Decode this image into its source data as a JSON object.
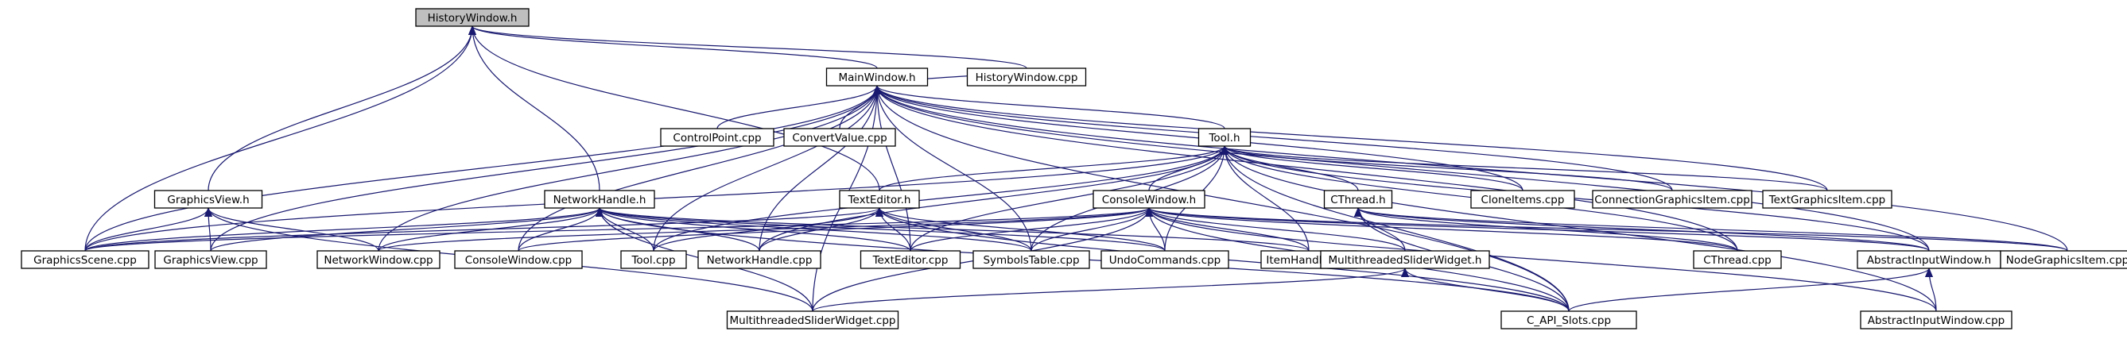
{
  "graph": {
    "type": "dependency-graph",
    "colors": {
      "edge": "#191970",
      "root_fill": "#bfbfbf",
      "node_fill": "#ffffff",
      "node_border": "#000000"
    },
    "nodes": [
      {
        "id": "HistoryWindow_h",
        "label": "HistoryWindow.h",
        "root": true
      },
      {
        "id": "MainWindow_h",
        "label": "MainWindow.h"
      },
      {
        "id": "HistoryWindow_cpp",
        "label": "HistoryWindow.cpp"
      },
      {
        "id": "ControlPoint_cpp",
        "label": "ControlPoint.cpp"
      },
      {
        "id": "ConvertValue_cpp",
        "label": "ConvertValue.cpp"
      },
      {
        "id": "Tool_h",
        "label": "Tool.h"
      },
      {
        "id": "GraphicsView_h",
        "label": "GraphicsView.h"
      },
      {
        "id": "NetworkHandle_h",
        "label": "NetworkHandle.h"
      },
      {
        "id": "TextEditor_h",
        "label": "TextEditor.h"
      },
      {
        "id": "ConsoleWindow_h",
        "label": "ConsoleWindow.h"
      },
      {
        "id": "CThread_h",
        "label": "CThread.h"
      },
      {
        "id": "CloneItems_cpp",
        "label": "CloneItems.cpp"
      },
      {
        "id": "ConnectionGraphicsItem_cpp",
        "label": "ConnectionGraphicsItem.cpp"
      },
      {
        "id": "TextGraphicsItem_cpp",
        "label": "TextGraphicsItem.cpp"
      },
      {
        "id": "GraphicsScene_cpp",
        "label": "GraphicsScene.cpp"
      },
      {
        "id": "GraphicsView_cpp",
        "label": "GraphicsView.cpp"
      },
      {
        "id": "NetworkWindow_cpp",
        "label": "NetworkWindow.cpp"
      },
      {
        "id": "ConsoleWindow_cpp",
        "label": "ConsoleWindow.cpp"
      },
      {
        "id": "Tool_cpp",
        "label": "Tool.cpp"
      },
      {
        "id": "NetworkHandle_cpp",
        "label": "NetworkHandle.cpp"
      },
      {
        "id": "TextEditor_cpp",
        "label": "TextEditor.cpp"
      },
      {
        "id": "SymbolsTable_cpp",
        "label": "SymbolsTable.cpp"
      },
      {
        "id": "UndoCommands_cpp",
        "label": "UndoCommands.cpp"
      },
      {
        "id": "ItemHandle_cpp",
        "label": "ItemHandle.cpp"
      },
      {
        "id": "MultithreadedSliderWidget_h",
        "label": "MultithreadedSliderWidget.h"
      },
      {
        "id": "CThread_cpp",
        "label": "CThread.cpp"
      },
      {
        "id": "AbstractInputWindow_h",
        "label": "AbstractInputWindow.h"
      },
      {
        "id": "NodeGraphicsItem_cpp",
        "label": "NodeGraphicsItem.cpp"
      },
      {
        "id": "MultithreadedSliderWidget_cpp",
        "label": "MultithreadedSliderWidget.cpp"
      },
      {
        "id": "C_API_Slots_cpp",
        "label": "C_API_Slots.cpp"
      },
      {
        "id": "AbstractInputWindow_cpp",
        "label": "AbstractInputWindow.cpp"
      }
    ],
    "edges": [
      [
        "MainWindow_h",
        "HistoryWindow_h"
      ],
      [
        "HistoryWindow_cpp",
        "HistoryWindow_h"
      ],
      [
        "GraphicsView_h",
        "HistoryWindow_h"
      ],
      [
        "NetworkHandle_h",
        "HistoryWindow_h"
      ],
      [
        "TextEditor_h",
        "HistoryWindow_h"
      ],
      [
        "GraphicsScene_cpp",
        "HistoryWindow_h"
      ],
      [
        "HistoryWindow_cpp",
        "MainWindow_h"
      ],
      [
        "ControlPoint_cpp",
        "MainWindow_h"
      ],
      [
        "ConvertValue_cpp",
        "MainWindow_h"
      ],
      [
        "Tool_h",
        "MainWindow_h"
      ],
      [
        "CloneItems_cpp",
        "MainWindow_h"
      ],
      [
        "ConnectionGraphicsItem_cpp",
        "MainWindow_h"
      ],
      [
        "TextGraphicsItem_cpp",
        "MainWindow_h"
      ],
      [
        "GraphicsScene_cpp",
        "MainWindow_h"
      ],
      [
        "GraphicsView_cpp",
        "MainWindow_h"
      ],
      [
        "NetworkWindow_cpp",
        "MainWindow_h"
      ],
      [
        "ConsoleWindow_cpp",
        "MainWindow_h"
      ],
      [
        "Tool_cpp",
        "MainWindow_h"
      ],
      [
        "NetworkHandle_cpp",
        "MainWindow_h"
      ],
      [
        "TextEditor_cpp",
        "MainWindow_h"
      ],
      [
        "SymbolsTable_cpp",
        "MainWindow_h"
      ],
      [
        "CThread_cpp",
        "MainWindow_h"
      ],
      [
        "AbstractInputWindow_h",
        "MainWindow_h"
      ],
      [
        "NodeGraphicsItem_cpp",
        "MainWindow_h"
      ],
      [
        "C_API_Slots_cpp",
        "MainWindow_h"
      ],
      [
        "MultithreadedSliderWidget_cpp",
        "MainWindow_h"
      ],
      [
        "TextEditor_h",
        "Tool_h"
      ],
      [
        "ConsoleWindow_h",
        "Tool_h"
      ],
      [
        "CThread_h",
        "Tool_h"
      ],
      [
        "CloneItems_cpp",
        "Tool_h"
      ],
      [
        "ConnectionGraphicsItem_cpp",
        "Tool_h"
      ],
      [
        "TextGraphicsItem_cpp",
        "Tool_h"
      ],
      [
        "GraphicsScene_cpp",
        "Tool_h"
      ],
      [
        "NetworkHandle_cpp",
        "Tool_h"
      ],
      [
        "TextEditor_cpp",
        "Tool_h"
      ],
      [
        "SymbolsTable_cpp",
        "Tool_h"
      ],
      [
        "UndoCommands_cpp",
        "Tool_h"
      ],
      [
        "ItemHandle_cpp",
        "Tool_h"
      ],
      [
        "CThread_cpp",
        "Tool_h"
      ],
      [
        "AbstractInputWindow_h",
        "Tool_h"
      ],
      [
        "C_API_Slots_cpp",
        "Tool_h"
      ],
      [
        "AbstractInputWindow_cpp",
        "Tool_h"
      ],
      [
        "Tool_cpp",
        "Tool_h"
      ],
      [
        "GraphicsScene_cpp",
        "GraphicsView_h"
      ],
      [
        "GraphicsView_cpp",
        "GraphicsView_h"
      ],
      [
        "NetworkWindow_cpp",
        "GraphicsView_h"
      ],
      [
        "MultithreadedSliderWidget_cpp",
        "GraphicsView_h"
      ],
      [
        "GraphicsScene_cpp",
        "NetworkHandle_h"
      ],
      [
        "GraphicsView_cpp",
        "NetworkHandle_h"
      ],
      [
        "NetworkWindow_cpp",
        "NetworkHandle_h"
      ],
      [
        "ConsoleWindow_cpp",
        "NetworkHandle_h"
      ],
      [
        "Tool_cpp",
        "NetworkHandle_h"
      ],
      [
        "NetworkHandle_cpp",
        "NetworkHandle_h"
      ],
      [
        "TextEditor_cpp",
        "NetworkHandle_h"
      ],
      [
        "SymbolsTable_cpp",
        "NetworkHandle_h"
      ],
      [
        "UndoCommands_cpp",
        "NetworkHandle_h"
      ],
      [
        "ItemHandle_cpp",
        "NetworkHandle_h"
      ],
      [
        "C_API_Slots_cpp",
        "NetworkHandle_h"
      ],
      [
        "MultithreadedSliderWidget_cpp",
        "NetworkHandle_h"
      ],
      [
        "GraphicsScene_cpp",
        "TextEditor_h"
      ],
      [
        "Tool_cpp",
        "TextEditor_h"
      ],
      [
        "NetworkHandle_cpp",
        "TextEditor_h"
      ],
      [
        "TextEditor_cpp",
        "TextEditor_h"
      ],
      [
        "SymbolsTable_cpp",
        "TextEditor_h"
      ],
      [
        "UndoCommands_cpp",
        "TextEditor_h"
      ],
      [
        "C_API_Slots_cpp",
        "TextEditor_h"
      ],
      [
        "GraphicsScene_cpp",
        "ConsoleWindow_h"
      ],
      [
        "NetworkWindow_cpp",
        "ConsoleWindow_h"
      ],
      [
        "ConsoleWindow_cpp",
        "ConsoleWindow_h"
      ],
      [
        "TextEditor_cpp",
        "ConsoleWindow_h"
      ],
      [
        "SymbolsTable_cpp",
        "ConsoleWindow_h"
      ],
      [
        "UndoCommands_cpp",
        "ConsoleWindow_h"
      ],
      [
        "ItemHandle_cpp",
        "ConsoleWindow_h"
      ],
      [
        "MultithreadedSliderWidget_h",
        "ConsoleWindow_h"
      ],
      [
        "CThread_cpp",
        "ConsoleWindow_h"
      ],
      [
        "AbstractInputWindow_h",
        "ConsoleWindow_h"
      ],
      [
        "NodeGraphicsItem_cpp",
        "ConsoleWindow_h"
      ],
      [
        "C_API_Slots_cpp",
        "ConsoleWindow_h"
      ],
      [
        "AbstractInputWindow_cpp",
        "ConsoleWindow_h"
      ],
      [
        "MultithreadedSliderWidget_cpp",
        "ConsoleWindow_h"
      ],
      [
        "MultithreadedSliderWidget_h",
        "CThread_h"
      ],
      [
        "CThread_cpp",
        "CThread_h"
      ],
      [
        "AbstractInputWindow_h",
        "CThread_h"
      ],
      [
        "C_API_Slots_cpp",
        "CThread_h"
      ],
      [
        "NodeGraphicsItem_cpp",
        "CThread_h"
      ],
      [
        "MultithreadedSliderWidget_cpp",
        "MultithreadedSliderWidget_h"
      ],
      [
        "C_API_Slots_cpp",
        "MultithreadedSliderWidget_h"
      ],
      [
        "C_API_Slots_cpp",
        "AbstractInputWindow_h"
      ],
      [
        "AbstractInputWindow_cpp",
        "AbstractInputWindow_h"
      ]
    ]
  }
}
